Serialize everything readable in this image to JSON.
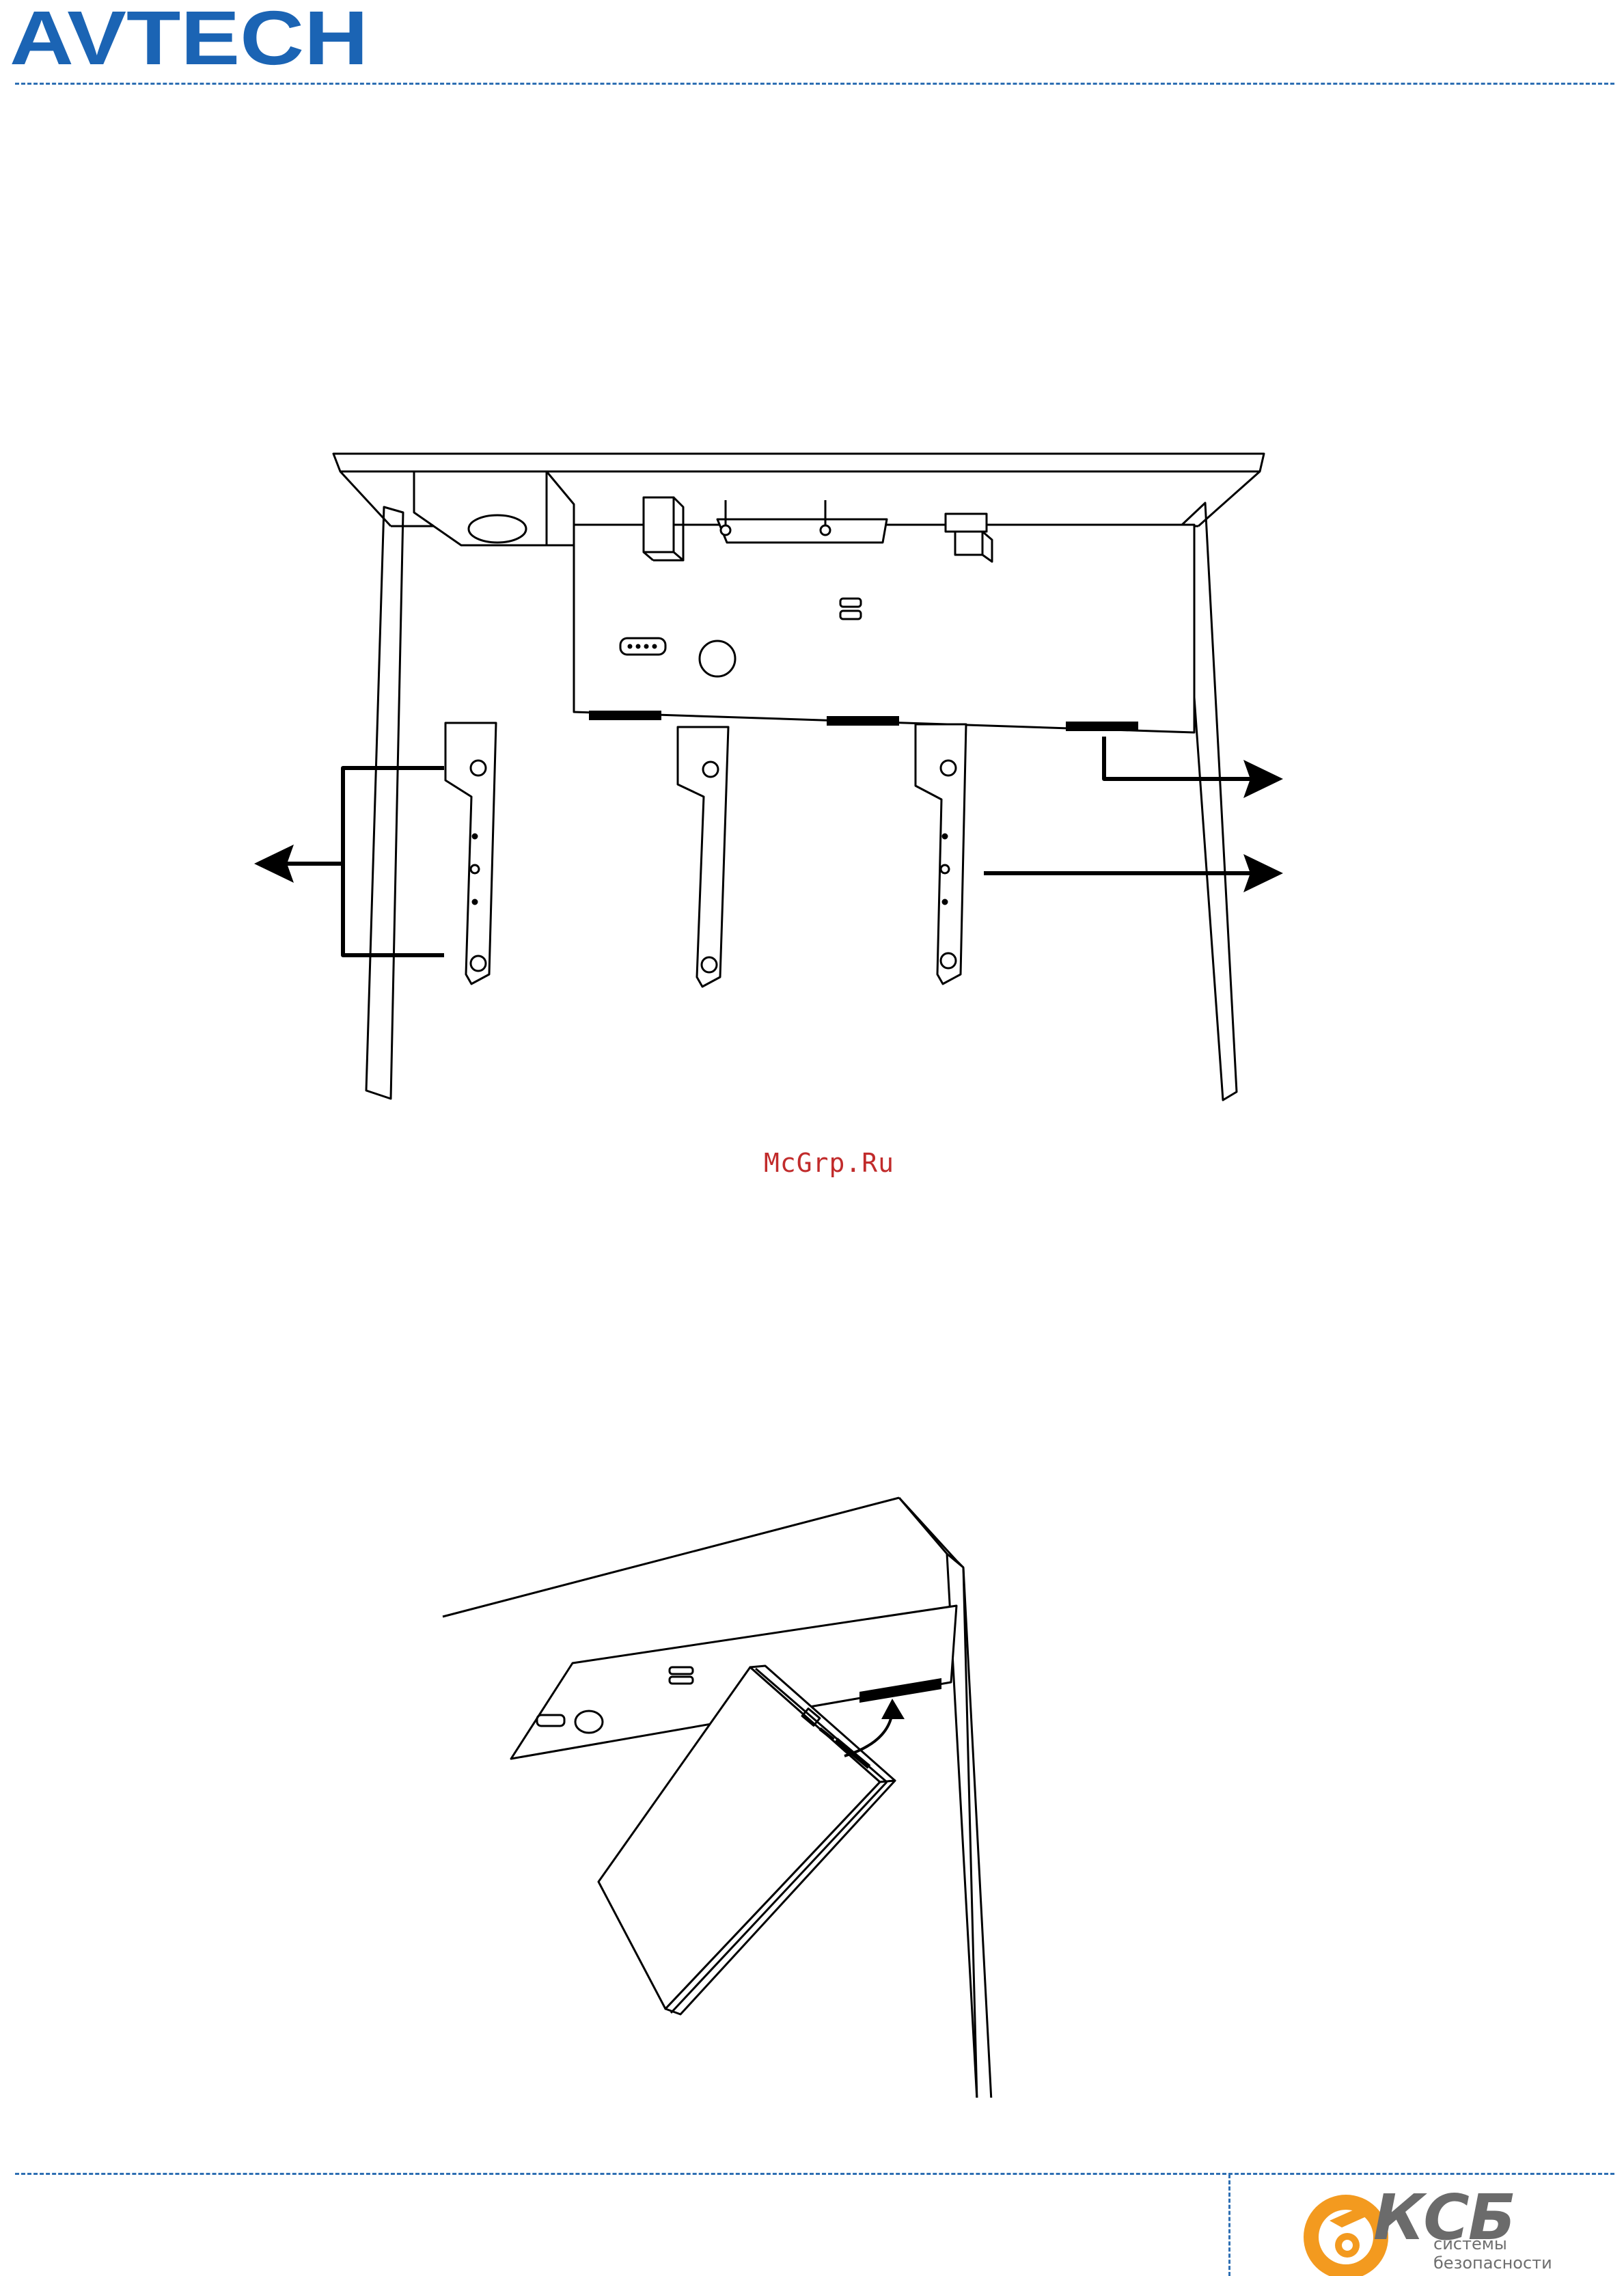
{
  "header": {
    "brand": "AVTECH",
    "brand_color": "#1b64b4"
  },
  "figures": [
    {
      "description_icon": "dvr-interior-hdd-bracket-removal-icon"
    },
    {
      "description_icon": "hdd-connect-to-bracket-icon"
    }
  ],
  "watermark": {
    "text": "McGrp.Ru",
    "color": "#c12b2b"
  },
  "footer": {
    "logo_brand": "КСБ",
    "logo_line1": "системы",
    "logo_line2": "безопасности",
    "accent": "#f39a1f",
    "rule_color": "#2e6fb3"
  }
}
